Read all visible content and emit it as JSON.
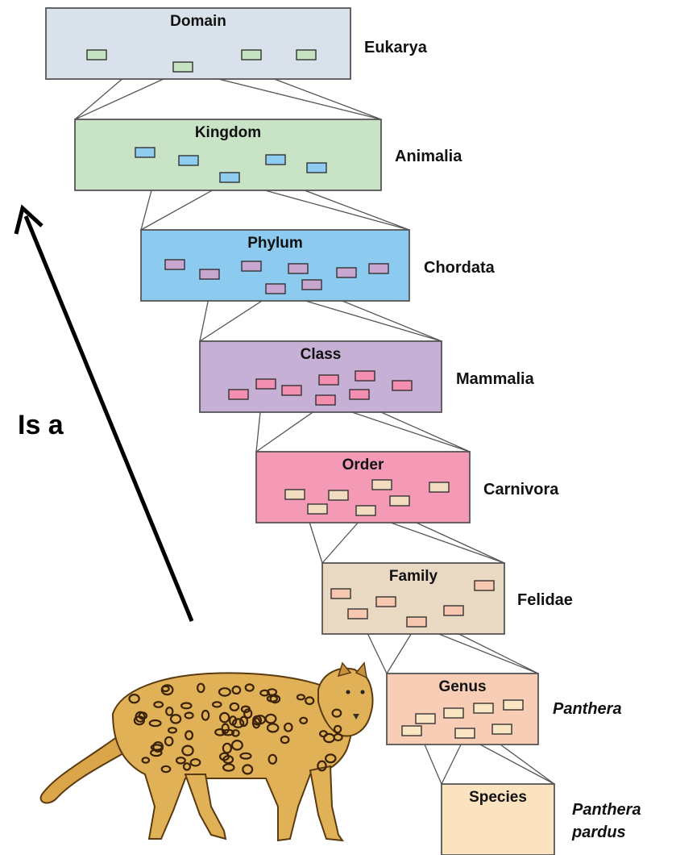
{
  "diagram": {
    "arrow_label": "Is a",
    "levels": [
      {
        "rank": "Domain",
        "taxon": "Eukarya",
        "italic": false,
        "box_color": "#d9e2ea",
        "mini_color": "#c5e3c0"
      },
      {
        "rank": "Kingdom",
        "taxon": "Animalia",
        "italic": false,
        "box_color": "#c9e3c7",
        "mini_color": "#8fcdf0"
      },
      {
        "rank": "Phylum",
        "taxon": "Chordata",
        "italic": false,
        "box_color": "#8ccbef",
        "mini_color": "#c7a6cf"
      },
      {
        "rank": "Class",
        "taxon": "Mammalia",
        "italic": false,
        "box_color": "#c6b0d5",
        "mini_color": "#f48fb1"
      },
      {
        "rank": "Order",
        "taxon": "Carnivora",
        "italic": false,
        "box_color": "#f49ab6",
        "mini_color": "#f2dcbf"
      },
      {
        "rank": "Family",
        "taxon": "Felidae",
        "italic": false,
        "box_color": "#ead9c2",
        "mini_color": "#f7c7b0"
      },
      {
        "rank": "Genus",
        "taxon": "Panthera",
        "italic": true,
        "box_color": "#f8cdb5",
        "mini_color": "#fbe6c4"
      },
      {
        "rank": "Species",
        "taxon": "Panthera pardus",
        "taxon_lines": [
          "Panthera",
          "pardus"
        ],
        "italic": true,
        "box_color": "#fbe3bf"
      }
    ],
    "illustration": "leopard"
  }
}
